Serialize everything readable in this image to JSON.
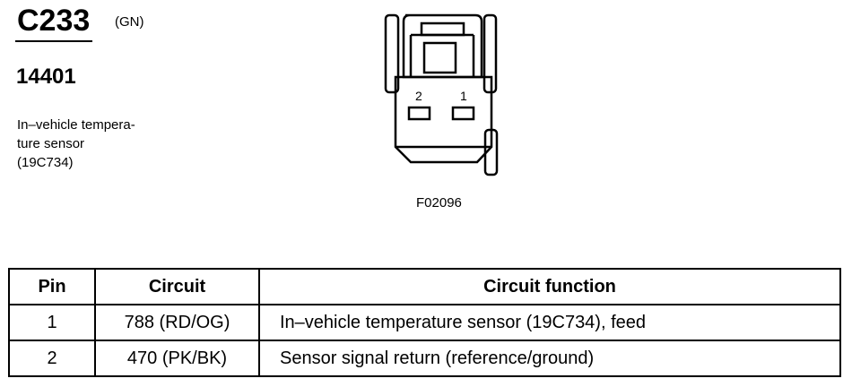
{
  "connector": {
    "id": "C233",
    "color": "(GN)"
  },
  "part_number": "14401",
  "description": {
    "lines": [
      "In–vehicle tempera-",
      "ture sensor",
      "(19C734)"
    ]
  },
  "diagram": {
    "pin_labels": [
      "2",
      "1"
    ],
    "figure_id": "F02096"
  },
  "table": {
    "headers": [
      "Pin",
      "Circuit",
      "Circuit function"
    ],
    "rows": [
      {
        "pin": "1",
        "circuit": "788 (RD/OG)",
        "function": "In–vehicle temperature sensor (19C734), feed"
      },
      {
        "pin": "2",
        "circuit": "470 (PK/BK)",
        "function": "Sensor signal return (reference/ground)"
      }
    ]
  }
}
